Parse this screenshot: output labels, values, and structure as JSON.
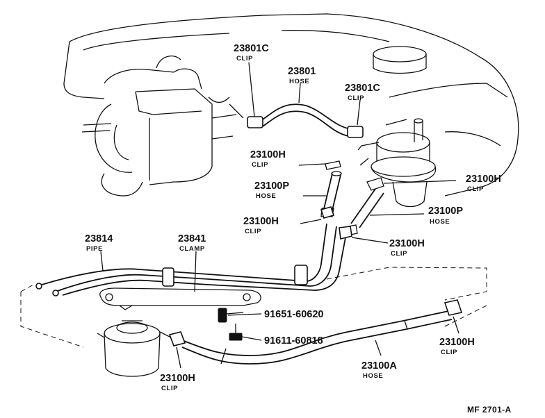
{
  "labels": [
    {
      "id": "l01",
      "part": "23801C",
      "name": "CLIP"
    },
    {
      "id": "l02",
      "part": "23801",
      "name": "HOSE"
    },
    {
      "id": "l03",
      "part": "23801C",
      "name": "CLIP"
    },
    {
      "id": "l04",
      "part": "23100H",
      "name": "CLIP"
    },
    {
      "id": "l05",
      "part": "23100P",
      "name": "HOSE"
    },
    {
      "id": "l06",
      "part": "23100H",
      "name": "CLIP"
    },
    {
      "id": "l07",
      "part": "23100H",
      "name": "CLIP"
    },
    {
      "id": "l08",
      "part": "23100P",
      "name": "HOSE"
    },
    {
      "id": "l09",
      "part": "23100H",
      "name": "CLIP"
    },
    {
      "id": "l10",
      "part": "23814",
      "name": "PIPE"
    },
    {
      "id": "l11",
      "part": "23841",
      "name": "CLAMP"
    },
    {
      "id": "l12",
      "part": "91651-60620",
      "name": ""
    },
    {
      "id": "l13",
      "part": "91611-60818",
      "name": ""
    },
    {
      "id": "l14",
      "part": "23100H",
      "name": "CLIP"
    },
    {
      "id": "l15",
      "part": "23100A",
      "name": "HOSE"
    },
    {
      "id": "l16",
      "part": "23100H",
      "name": "CLIP"
    }
  ],
  "figure_ref": "MF 2701-A"
}
